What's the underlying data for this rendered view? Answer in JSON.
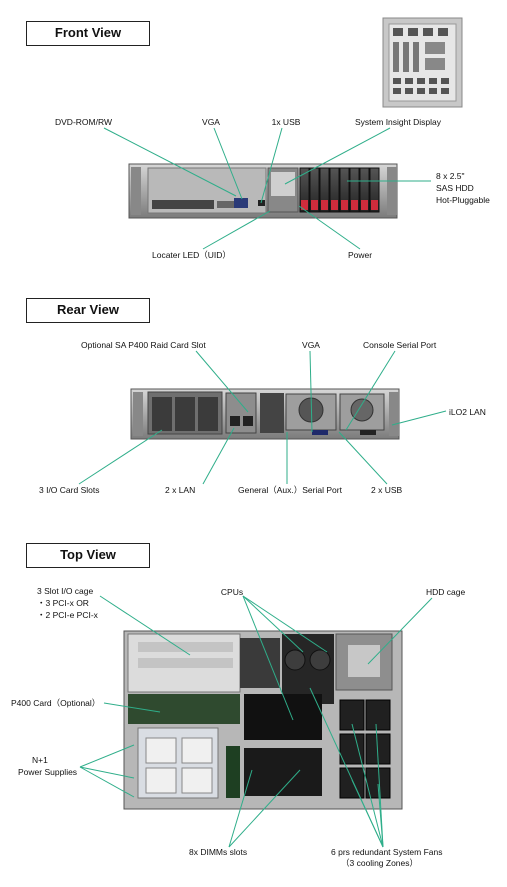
{
  "sections": {
    "front": {
      "title": "Front View",
      "labels": {
        "dvd": "DVD-ROM/RW",
        "vga": "VGA",
        "usb": "1x USB",
        "insight": "System Insight Display",
        "hdd_line1": "8 x 2.5\"",
        "hdd_line2": "SAS HDD",
        "hdd_line3": "Hot-Pluggable",
        "locator": "Locater LED（UID）",
        "power": "Power"
      }
    },
    "rear": {
      "title": "Rear View",
      "labels": {
        "raid": "Optional SA P400 Raid Card Slot",
        "vga": "VGA",
        "console": "Console Serial Port",
        "ilo": "iLO2 LAN",
        "io_slots": "3 I/O Card Slots",
        "lan": "2 x LAN",
        "general": "General（Aux.）Serial Port",
        "usb": "2 x USB"
      }
    },
    "top": {
      "title": "Top View",
      "labels": {
        "io_cage_line1": "3 Slot I/O cage",
        "io_cage_line2": "・3 PCI-x OR",
        "io_cage_line3": "・2 PCI-e PCI-x",
        "cpus": "CPUs",
        "hdd_cage": "HDD cage",
        "p400": "P400 Card（Optional）",
        "psu_line1": "N+1",
        "psu_line2": "Power Supplies",
        "dimms": "8x DIMMs slots",
        "fans_line1": "6 prs redundant System Fans",
        "fans_line2": "（3 cooling Zones）"
      }
    }
  },
  "colors": {
    "leader_line": "#2fae8a",
    "title_border": "#222222",
    "chassis": "#9a9a9a"
  }
}
